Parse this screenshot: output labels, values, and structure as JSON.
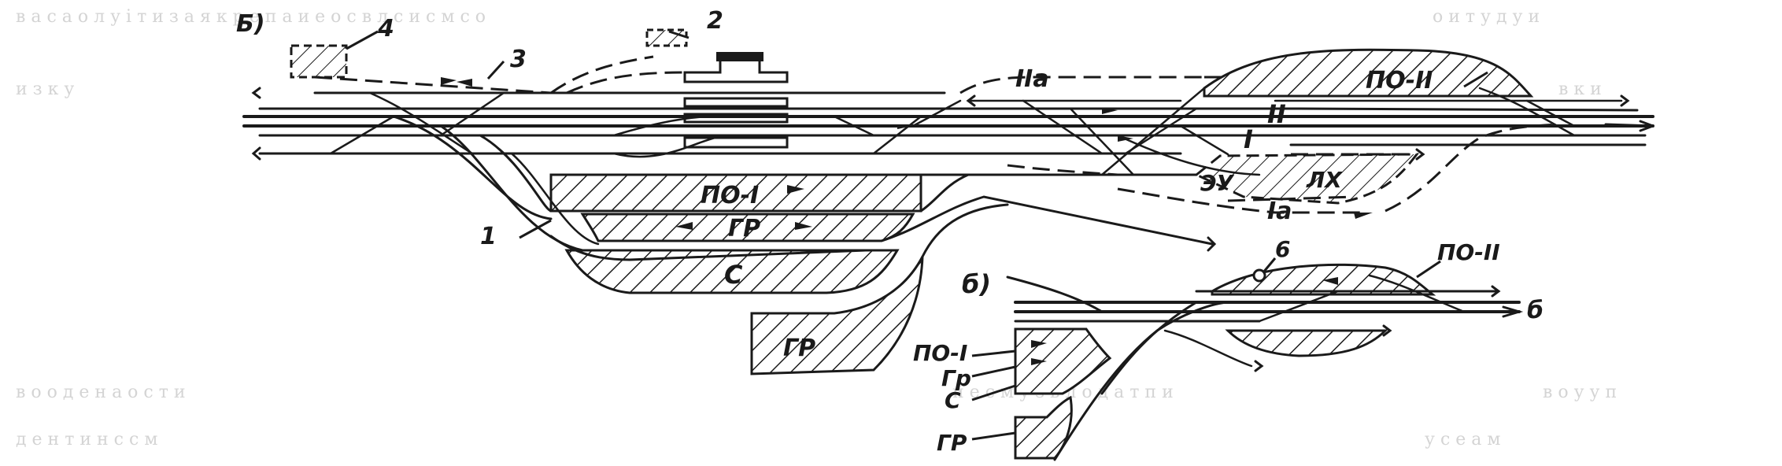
{
  "figure": {
    "part_a_label": "Б)",
    "part_b_label": "б)",
    "callouts": {
      "n1": "1",
      "n2": "2",
      "n3": "3",
      "n4": "4",
      "n6": "6",
      "n6b": "б"
    },
    "zones": {
      "po1": "ПО-I",
      "po2": "ПО-II",
      "gr_inner": "ГР",
      "gr_outer": "ГР",
      "s": "С",
      "eu": "ЭУ",
      "lh": "ЛХ"
    },
    "tracks": {
      "t2a": "IIа",
      "t2": "II",
      "t1": "I",
      "t1a": "Iа"
    },
    "inset_legend": {
      "po1": "ПО-I",
      "gr": "Гр",
      "s": "С",
      "gr2": "ГР",
      "po2": "ПО-II"
    }
  },
  "colors": {
    "ink": "#1a1a1a",
    "paper": "#ffffff",
    "bleed": "#d4d4d4"
  }
}
